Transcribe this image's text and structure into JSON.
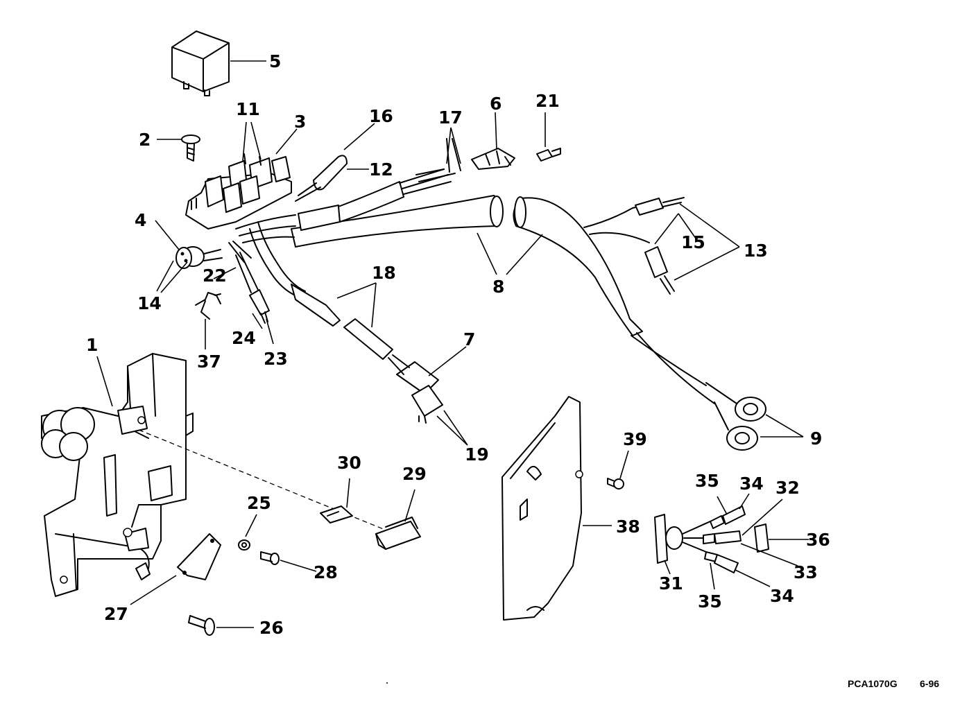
{
  "diagram": {
    "callouts": {
      "c1": "1",
      "c2": "2",
      "c3": "3",
      "c4": "4",
      "c5": "5",
      "c6": "6",
      "c7": "7",
      "c8": "8",
      "c9": "9",
      "c11": "11",
      "c12": "12",
      "c13": "13",
      "c14": "14",
      "c15": "15",
      "c16": "16",
      "c17": "17",
      "c18": "18",
      "c19": "19",
      "c21": "21",
      "c22": "22",
      "c23": "23",
      "c24": "24",
      "c25": "25",
      "c26": "26",
      "c27": "27",
      "c28": "28",
      "c29": "29",
      "c30": "30",
      "c31": "31",
      "c32": "32",
      "c33": "33",
      "c34a": "34",
      "c34b": "34",
      "c35a": "35",
      "c35b": "35",
      "c36": "36",
      "c37": "37",
      "c38": "38",
      "c39": "39"
    }
  },
  "footer": {
    "code": "PCA1070G",
    "date": "6-96"
  }
}
